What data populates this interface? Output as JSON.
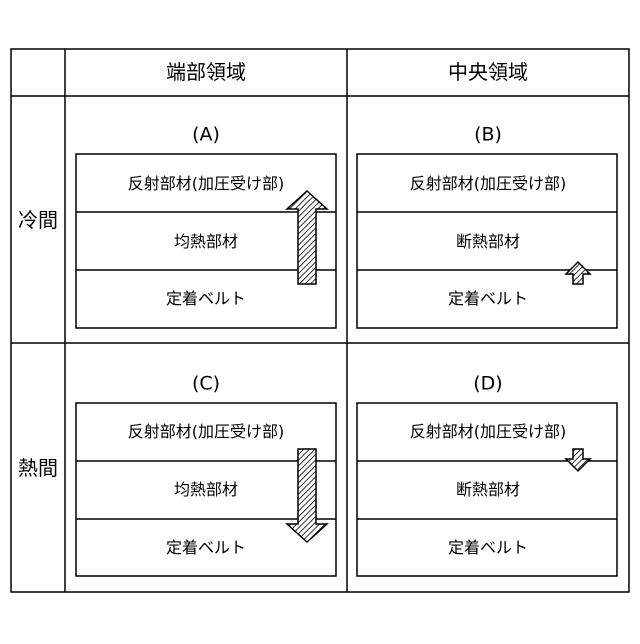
{
  "header": {
    "col_edge": "端部領域",
    "col_center": "中央領域"
  },
  "rows": {
    "cold": "冷間",
    "hot": "熱間"
  },
  "panels": [
    {
      "label": "(A)",
      "layers": [
        "反射部材(加圧受け部)",
        "均熱部材",
        "定着ベルト"
      ],
      "arrow": "up-long"
    },
    {
      "label": "(B)",
      "layers": [
        "反射部材(加圧受け部)",
        "断熱部材",
        "定着ベルト"
      ],
      "arrow": "up-short"
    },
    {
      "label": "(C)",
      "layers": [
        "反射部材(加圧受け部)",
        "均熱部材",
        "定着ベルト"
      ],
      "arrow": "down-long"
    },
    {
      "label": "(D)",
      "layers": [
        "反射部材(加圧受け部)",
        "断熱部材",
        "定着ベルト"
      ],
      "arrow": "down-short"
    }
  ]
}
